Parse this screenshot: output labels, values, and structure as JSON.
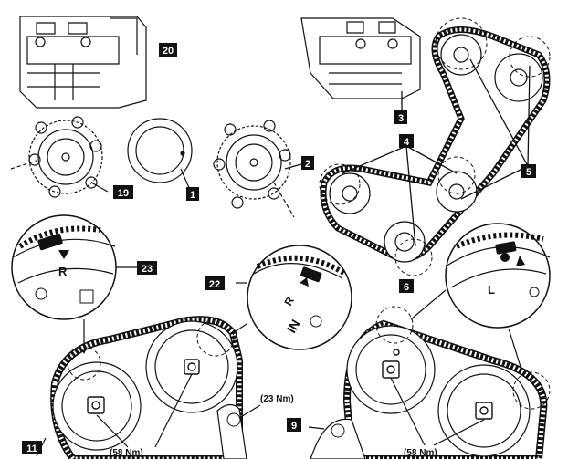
{
  "diagram": {
    "callouts": [
      "20",
      "3",
      "19",
      "1",
      "2",
      "4",
      "5",
      "23",
      "22",
      "6",
      "11",
      "9"
    ],
    "torques": [
      "(23 Nm)",
      "(58 Nm)",
      "(58 Nm)"
    ],
    "markings": {
      "right_bank": "R",
      "right_bank_detail_r": "R",
      "right_bank_detail_in": "IN",
      "left_bank": "L"
    },
    "colors": {
      "ink": "#111111",
      "label_bg": "#111111",
      "label_fg": "#ffffff",
      "paper": "#ffffff"
    }
  }
}
